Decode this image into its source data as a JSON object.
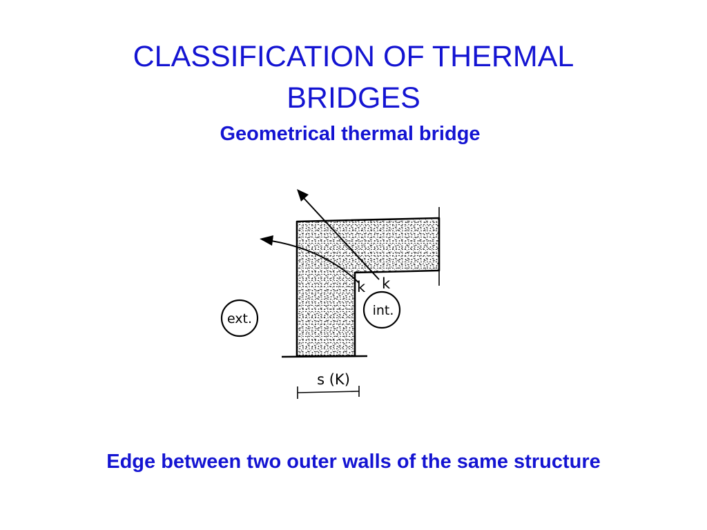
{
  "slide": {
    "title": "CLASSIFICATION OF THERMAL BRIDGES",
    "subtitle": "Geometrical thermal bridge",
    "caption": "Edge between two outer walls of the same structure"
  },
  "diagram": {
    "exterior_label": "ext.",
    "interior_label": "int.",
    "conductance_label_1": "k",
    "conductance_label_2": "k",
    "thickness_label": "s (K)"
  },
  "colors": {
    "text_blue": "#1414d2",
    "ink": "#000000"
  }
}
